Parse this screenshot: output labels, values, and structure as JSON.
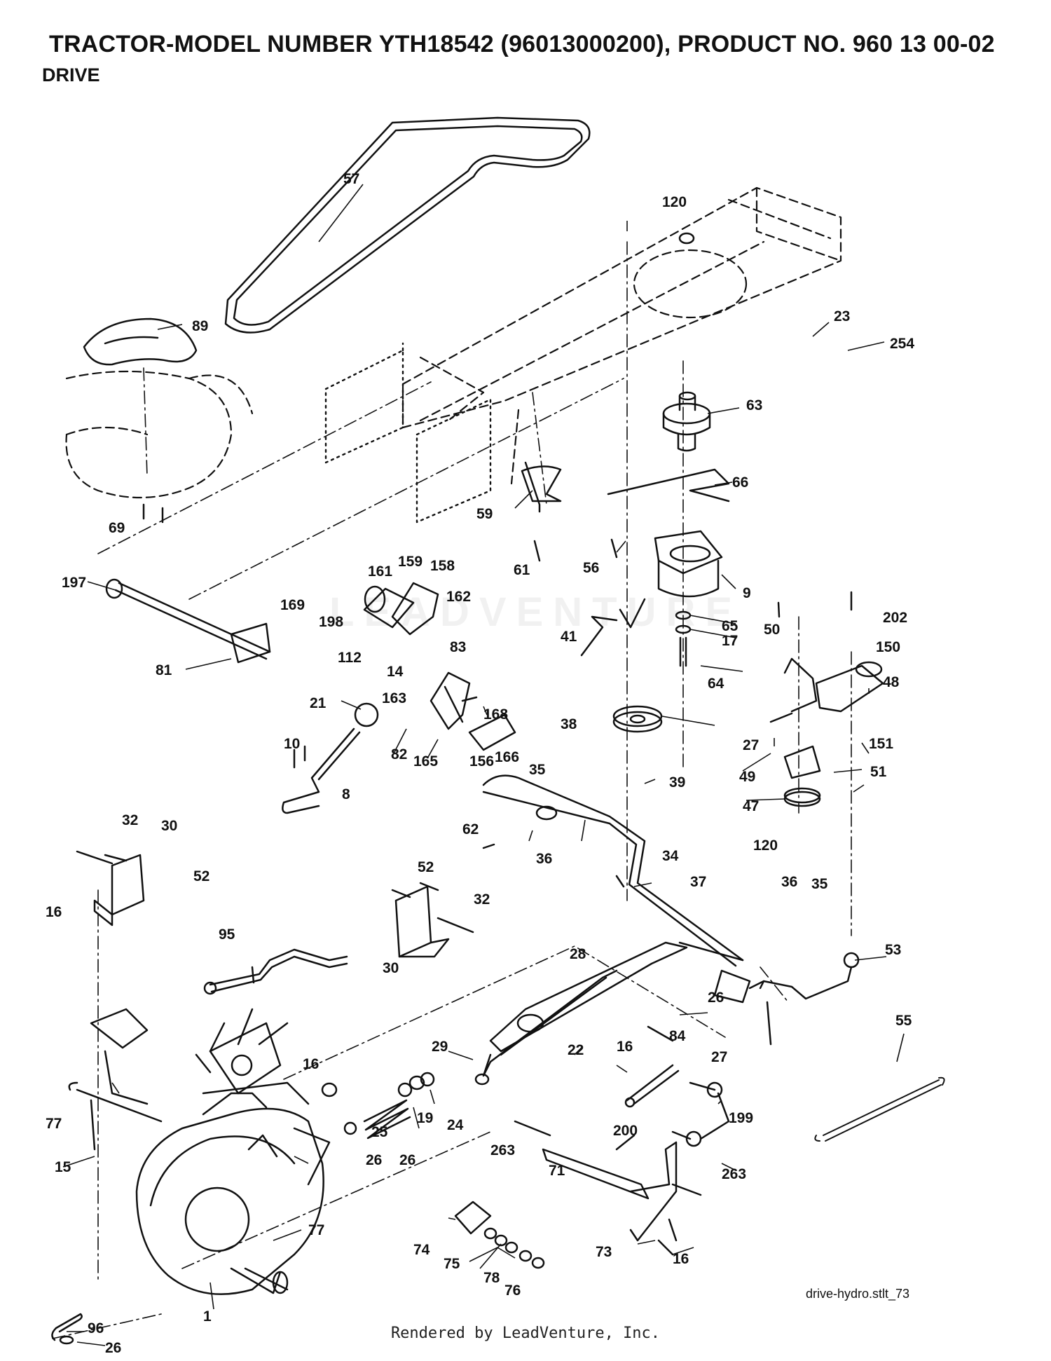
{
  "header": {
    "title": "TRACTOR-MODEL NUMBER YTH18542 (96013000200), PRODUCT NO. 960 13 00-02",
    "subtitle": "DRIVE"
  },
  "labels": [
    {
      "text": "57"
    },
    {
      "text": "120"
    },
    {
      "text": "89"
    },
    {
      "text": "23"
    },
    {
      "text": "254"
    },
    {
      "text": "63"
    },
    {
      "text": "66"
    },
    {
      "text": "59"
    },
    {
      "text": "69"
    },
    {
      "text": "61"
    },
    {
      "text": "56"
    },
    {
      "text": "197"
    },
    {
      "text": "161"
    },
    {
      "text": "159"
    },
    {
      "text": "158"
    },
    {
      "text": "169"
    },
    {
      "text": "162"
    },
    {
      "text": "198"
    },
    {
      "text": "9"
    },
    {
      "text": "83"
    },
    {
      "text": "112"
    },
    {
      "text": "14"
    },
    {
      "text": "41"
    },
    {
      "text": "65"
    },
    {
      "text": "17"
    },
    {
      "text": "50"
    },
    {
      "text": "202"
    },
    {
      "text": "150"
    },
    {
      "text": "81"
    },
    {
      "text": "163"
    },
    {
      "text": "64"
    },
    {
      "text": "48"
    },
    {
      "text": "21"
    },
    {
      "text": "168"
    },
    {
      "text": "38"
    },
    {
      "text": "10"
    },
    {
      "text": "82"
    },
    {
      "text": "165"
    },
    {
      "text": "156"
    },
    {
      "text": "166"
    },
    {
      "text": "27"
    },
    {
      "text": "151"
    },
    {
      "text": "35"
    },
    {
      "text": "51"
    },
    {
      "text": "8"
    },
    {
      "text": "49"
    },
    {
      "text": "39"
    },
    {
      "text": "62"
    },
    {
      "text": "47"
    },
    {
      "text": "32"
    },
    {
      "text": "30"
    },
    {
      "text": "36"
    },
    {
      "text": "34"
    },
    {
      "text": "120"
    },
    {
      "text": "52"
    },
    {
      "text": "52"
    },
    {
      "text": "16"
    },
    {
      "text": "32"
    },
    {
      "text": "37"
    },
    {
      "text": "36"
    },
    {
      "text": "35"
    },
    {
      "text": "95"
    },
    {
      "text": "30"
    },
    {
      "text": "53"
    },
    {
      "text": "28"
    },
    {
      "text": "26"
    },
    {
      "text": "55"
    },
    {
      "text": "29"
    },
    {
      "text": "22"
    },
    {
      "text": "16"
    },
    {
      "text": "84"
    },
    {
      "text": "27"
    },
    {
      "text": "16"
    },
    {
      "text": "77"
    },
    {
      "text": "25"
    },
    {
      "text": "19"
    },
    {
      "text": "24"
    },
    {
      "text": "199"
    },
    {
      "text": "200"
    },
    {
      "text": "263"
    },
    {
      "text": "26"
    },
    {
      "text": "26"
    },
    {
      "text": "15"
    },
    {
      "text": "71"
    },
    {
      "text": "263"
    },
    {
      "text": "77"
    },
    {
      "text": "74"
    },
    {
      "text": "73"
    },
    {
      "text": "16"
    },
    {
      "text": "75"
    },
    {
      "text": "96"
    },
    {
      "text": "78"
    },
    {
      "text": "1"
    },
    {
      "text": "76"
    },
    {
      "text": "26"
    }
  ],
  "reference": "drive-hydro.stlt_73",
  "footer": "Rendered by LeadVenture, Inc.",
  "watermark": "LEADVENTURE"
}
